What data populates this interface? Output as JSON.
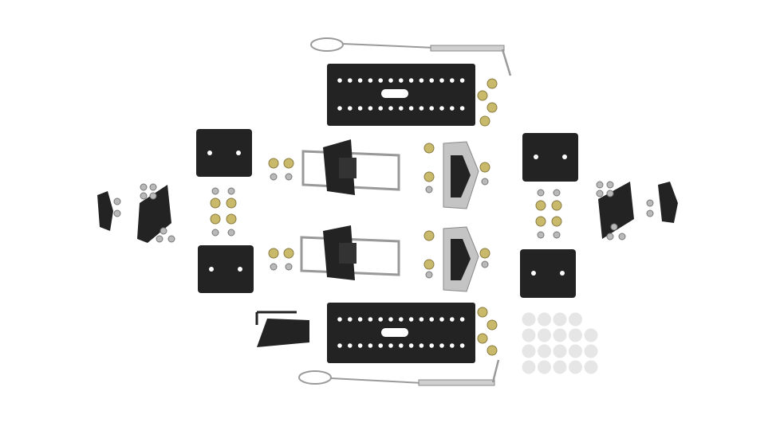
{
  "scene": {
    "background": "#ffffff",
    "colors": {
      "plastic": "#232323",
      "steel": "#b9b9b9",
      "brass": "#c9b96a",
      "disc": "#e6e6e6"
    },
    "parts": [
      "top-cable",
      "top-slider-plate",
      "bottom-slider-plate",
      "bottom-cable",
      "puck-pads",
      "toe-bails",
      "heel-blocks",
      "side-hooks",
      "hex-key",
      "hardware",
      "adhesive-discs"
    ]
  }
}
